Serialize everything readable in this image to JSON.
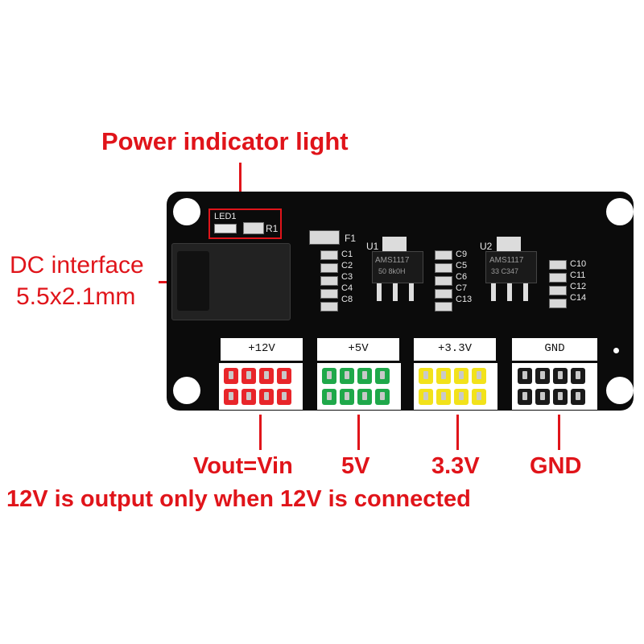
{
  "labels": {
    "power_indicator": "Power indicator light",
    "dc_interface_line1": "DC interface",
    "dc_interface_line2": "5.5x2.1mm",
    "vout": "Vout=Vin",
    "five_v": "5V",
    "three_v": "3.3V",
    "gnd": "GND",
    "note": "12V is output only when 12V is connected"
  },
  "silkscreen": {
    "led1": "LED1",
    "r1": "R1",
    "f1": "F1",
    "u1": "U1",
    "u2": "U2",
    "caps_left": [
      "C1",
      "C2",
      "C3",
      "C4",
      "C8"
    ],
    "caps_mid": [
      "C9",
      "C5",
      "C6",
      "C7",
      "C13"
    ],
    "caps_right": [
      "C10",
      "C11",
      "C12",
      "C14"
    ],
    "chip1_line1": "AMS1117",
    "chip1_line2": "50  8k0H",
    "chip2_line1": "AMS1117",
    "chip2_line2": "33   C347"
  },
  "headers": [
    {
      "label": "+12V",
      "color": "#e8252a"
    },
    {
      "label": "+5V",
      "color": "#1fa84a"
    },
    {
      "label": "+3.3V",
      "color": "#f2e21a"
    },
    {
      "label": "GND",
      "color": "#1a1a1a"
    }
  ],
  "colors": {
    "annotation": "#e0141a",
    "board": "#0b0b0b"
  }
}
